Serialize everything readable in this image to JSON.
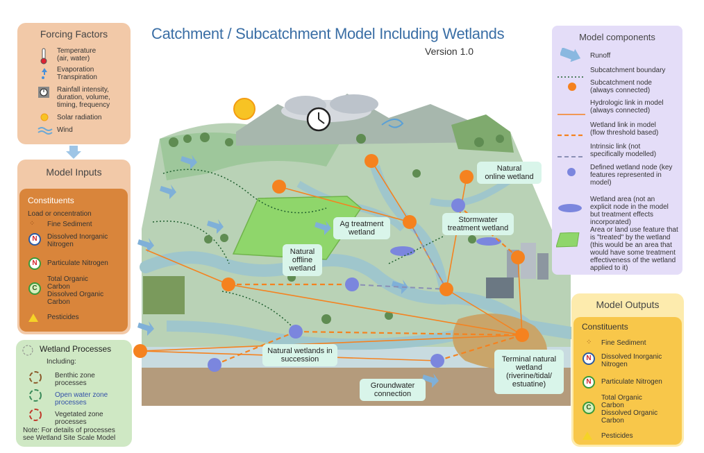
{
  "title": "Catchment / Subcatchment Model Including Wetlands",
  "version": "Version 1.0",
  "forcing": {
    "title": "Forcing Factors",
    "items": [
      {
        "icon": "thermometer-icon",
        "label": "Temperature\n(air, water)"
      },
      {
        "icon": "evaporation-icon",
        "label": "Evaporation\nTranspiration"
      },
      {
        "icon": "rain-clock-icon",
        "label": "Rainfall intensity,\nduration, volume,\ntiming, frequency"
      },
      {
        "icon": "sun-icon",
        "label": "Solar radiation"
      },
      {
        "icon": "wind-icon",
        "label": "Wind"
      }
    ]
  },
  "inputs": {
    "title": "Model Inputs",
    "constituents_title": "Constituents",
    "load_label": "Load or oncentration",
    "items": [
      {
        "icon": "sediment-icon",
        "label": "Fine Sediment"
      },
      {
        "icon": "n-blue-icon",
        "label": "Dissolved Inorganic\nNitrogen"
      },
      {
        "icon": "n-green-icon",
        "label": "Particulate Nitrogen"
      },
      {
        "icon": "c-icon",
        "label": "Total Organic\nCarbon\nDissolved Organic\nCarbon"
      },
      {
        "icon": "pesticide-icon",
        "label": "Pesticides"
      }
    ]
  },
  "processes": {
    "title": "Wetland Processes",
    "including": "Including:",
    "items": [
      {
        "icon": "benthic-icon",
        "label": "Benthic zone\nprocesses"
      },
      {
        "icon": "open-water-icon",
        "label": "Open water zone\nprocesses"
      },
      {
        "icon": "vegetated-icon",
        "label": "Vegetated zone\nprocesses"
      }
    ],
    "note": "Note: For details of processes\nsee Wetland Site Scale  Model"
  },
  "components": {
    "title": "Model components",
    "items": [
      {
        "icon": "runoff-arrow-icon",
        "label": "Runoff"
      },
      {
        "icon": "subcatchment-boundary-icon",
        "label": "Subcatchment boundary"
      },
      {
        "icon": "subcatchment-node-icon",
        "label": "Subcatchment node\n(always connected)"
      },
      {
        "icon": "hydrologic-link-icon",
        "label": "Hydrologic link in model\n(always connected)"
      },
      {
        "icon": "wetland-link-icon",
        "label": "Wetland link in model\n(flow threshold based)"
      },
      {
        "icon": "intrinsic-link-icon",
        "label": "Intrinsic link (not\nspecifically modelled)"
      },
      {
        "icon": "wetland-node-icon",
        "label": "Defined wetland node (key\nfeatures represented in\nmodel)"
      },
      {
        "icon": "wetland-area-icon",
        "label": "Wetland area (not an\nexplicit node in the model\nbut treatment effects\nincorporated)"
      },
      {
        "icon": "treated-area-icon",
        "label": "Area or land use feature that\nis \"treated\" by the wetland\n(this would be an area that\nwould have some treatment\neffectiveness of the wetland\napplied to it)"
      }
    ]
  },
  "outputs": {
    "title": "Model Outputs",
    "constituents_title": "Constituents",
    "items": [
      {
        "icon": "sediment-icon",
        "label": "Fine Sediment"
      },
      {
        "icon": "n-blue-icon",
        "label": "Dissolved Inorganic\nNitrogen"
      },
      {
        "icon": "n-green-icon",
        "label": "Particulate Nitrogen"
      },
      {
        "icon": "c-icon",
        "label": "Total Organic\nCarbon\nDissolved Organic\nCarbon"
      },
      {
        "icon": "pesticide-icon",
        "label": "Pesticides"
      }
    ]
  },
  "landscape_labels": {
    "natural_online": "Natural\nonline wetland",
    "stormwater": "Stormwater\ntreatment wetland",
    "ag_treatment": "Ag treatment\nwetland",
    "natural_offline": "Natural\noffline\nwetland",
    "succession": "Natural wetlands in\nsuccession",
    "terminal": "Terminal natural\nwetland\n(riverine/tidal/\nestuatine)",
    "groundwater": "Groundwater\nconnection"
  },
  "colors": {
    "subcatchment_node": "#f5821f",
    "wetland_node": "#7b86de",
    "hydrologic_link": "#f5821f",
    "intrinsic_link": "#8a8fb5",
    "title": "#3a6ea5",
    "treated_area": "#8fd66b"
  }
}
